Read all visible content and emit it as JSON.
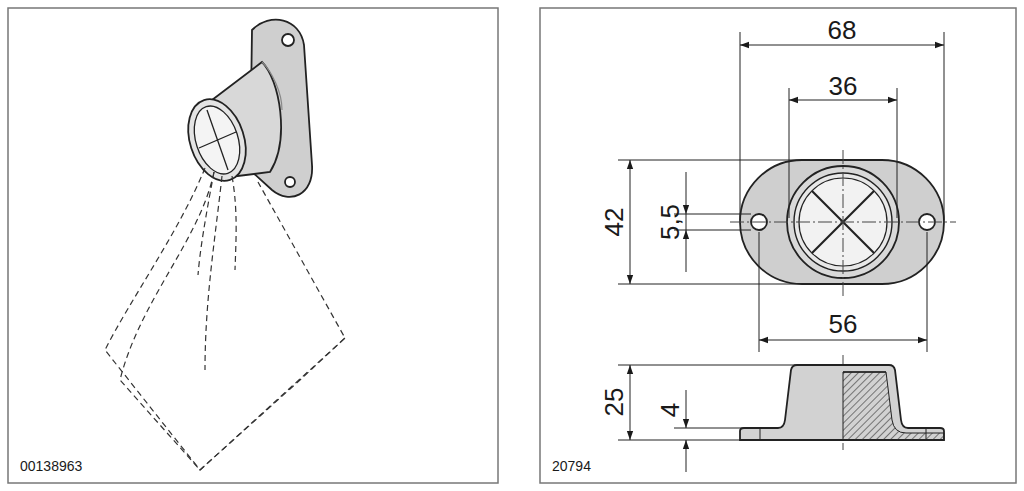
{
  "diagram": {
    "labels": [
      "00138963",
      "20794",
      "68",
      "36",
      "42",
      "5,5",
      "56",
      "25",
      "4"
    ]
  }
}
